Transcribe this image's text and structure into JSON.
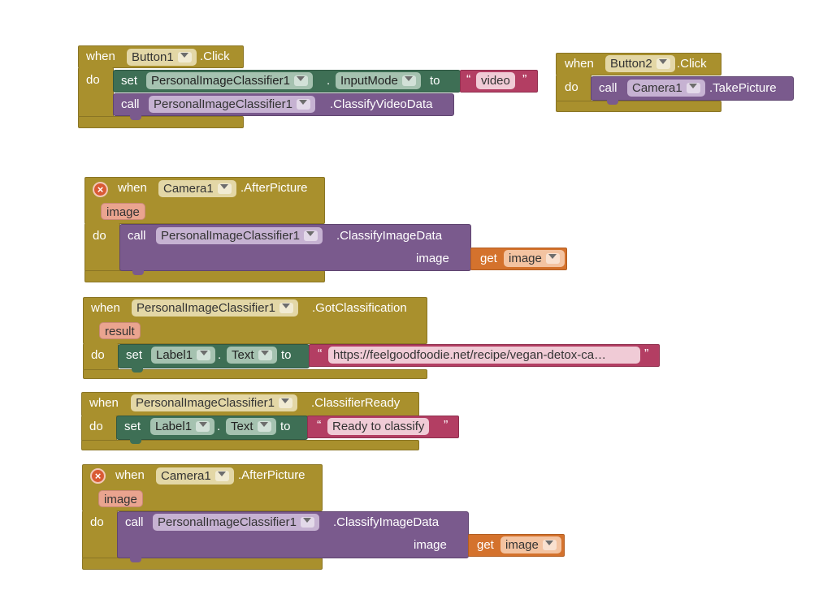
{
  "keywords": {
    "when": "when",
    "do": "do",
    "call": "call",
    "set": "set",
    "to": "to",
    "get": "get",
    "image": "image"
  },
  "block1": {
    "component": "Button1",
    "event": ".Click",
    "set_component": "PersonalImageClassifier1",
    "set_property": "InputMode",
    "string_value": "video",
    "call_component": "PersonalImageClassifier1",
    "call_method": ".ClassifyVideoData"
  },
  "block2": {
    "component": "Button2",
    "event": ".Click",
    "call_component": "Camera1",
    "call_method": ".TakePicture"
  },
  "block3": {
    "component": "Camera1",
    "event": ".AfterPicture",
    "param": "image",
    "call_component": "PersonalImageClassifier1",
    "call_method": ".ClassifyImageData",
    "arg_label": "image",
    "get_var": "image"
  },
  "block4": {
    "component": "PersonalImageClassifier1",
    "event": ".GotClassification",
    "param": "result",
    "set_component": "Label1",
    "set_property": "Text",
    "string_value": "https://feelgoodfoodie.net/recipe/vegan-detox-ca…"
  },
  "block5": {
    "component": "PersonalImageClassifier1",
    "event": ".ClassifierReady",
    "set_component": "Label1",
    "set_property": "Text",
    "string_value": "Ready to classify"
  },
  "block6": {
    "component": "Camera1",
    "event": ".AfterPicture",
    "param": "image",
    "call_component": "PersonalImageClassifier1",
    "call_method": ".ClassifyImageData",
    "arg_label": "image",
    "get_var": "image"
  },
  "colors": {
    "event": "#a9902d",
    "procedure": "#7a5a8d",
    "setter": "#3e6f55",
    "text": "#b33e63",
    "variable": "#d4722d"
  }
}
